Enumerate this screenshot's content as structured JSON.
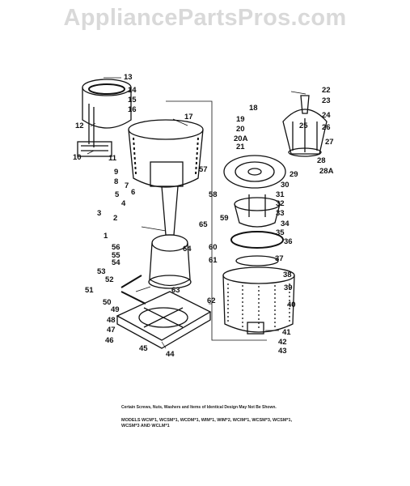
{
  "watermark": "AppliancePartsPros.com",
  "parts": [
    "1",
    "2",
    "3",
    "4",
    "5",
    "6",
    "7",
    "8",
    "9",
    "10",
    "11",
    "12",
    "13",
    "14",
    "15",
    "16",
    "17",
    "18",
    "19",
    "20",
    "20A",
    "21",
    "22",
    "23",
    "24",
    "25",
    "26",
    "27",
    "28",
    "28A",
    "29",
    "30",
    "31",
    "32",
    "33",
    "34",
    "35",
    "36",
    "37",
    "38",
    "39",
    "40",
    "41",
    "42",
    "43",
    "44",
    "45",
    "46",
    "47",
    "48",
    "49",
    "50",
    "51",
    "52",
    "53",
    "54",
    "55",
    "56",
    "57",
    "58",
    "59",
    "60",
    "61",
    "62",
    "63",
    "64",
    "65"
  ],
  "footer": {
    "note": "Certain Screws, Nuts, Washers and Items of Identical Design May Not Be Shown.",
    "models": "MODELS WCM*1, WCSM*1, WCDM*1, WIM*1, WIM*2, WCIM*1, WCSM*3, WCSM*1, WCSM*3 AND WCLM*1"
  }
}
